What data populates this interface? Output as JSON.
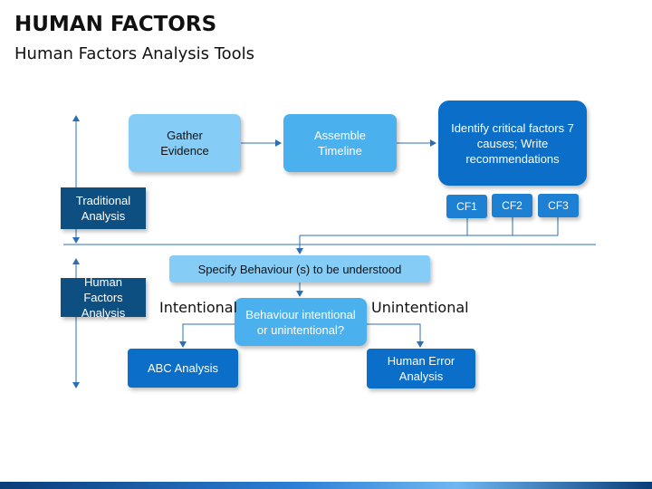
{
  "header": {
    "title": "HUMAN FACTORS",
    "subtitle": "Human Factors Analysis Tools"
  },
  "sections": {
    "traditional": "Traditional Analysis",
    "human_factors": "Human Factors Analysis"
  },
  "nodes": {
    "gather": "Gather Evidence",
    "assemble": "Assemble Timeline",
    "identify": "Identify critical factors 7 causes; Write recommendations",
    "cf1": "CF1",
    "cf2": "CF2",
    "cf3": "CF3",
    "specify": "Specify Behaviour (s) to be understood",
    "decision": "Behaviour intentional or unintentional?",
    "abc": "ABC Analysis",
    "human_error": "Human Error Analysis"
  },
  "branch_labels": {
    "intentional": "Intentional",
    "unintentional": "Unintentional"
  },
  "colors": {
    "light": "#85cdf7",
    "mid": "#4ab0ee",
    "dark": "#0b6ec9",
    "navy": "#0e4f82",
    "connector": "#2a6fb5"
  }
}
